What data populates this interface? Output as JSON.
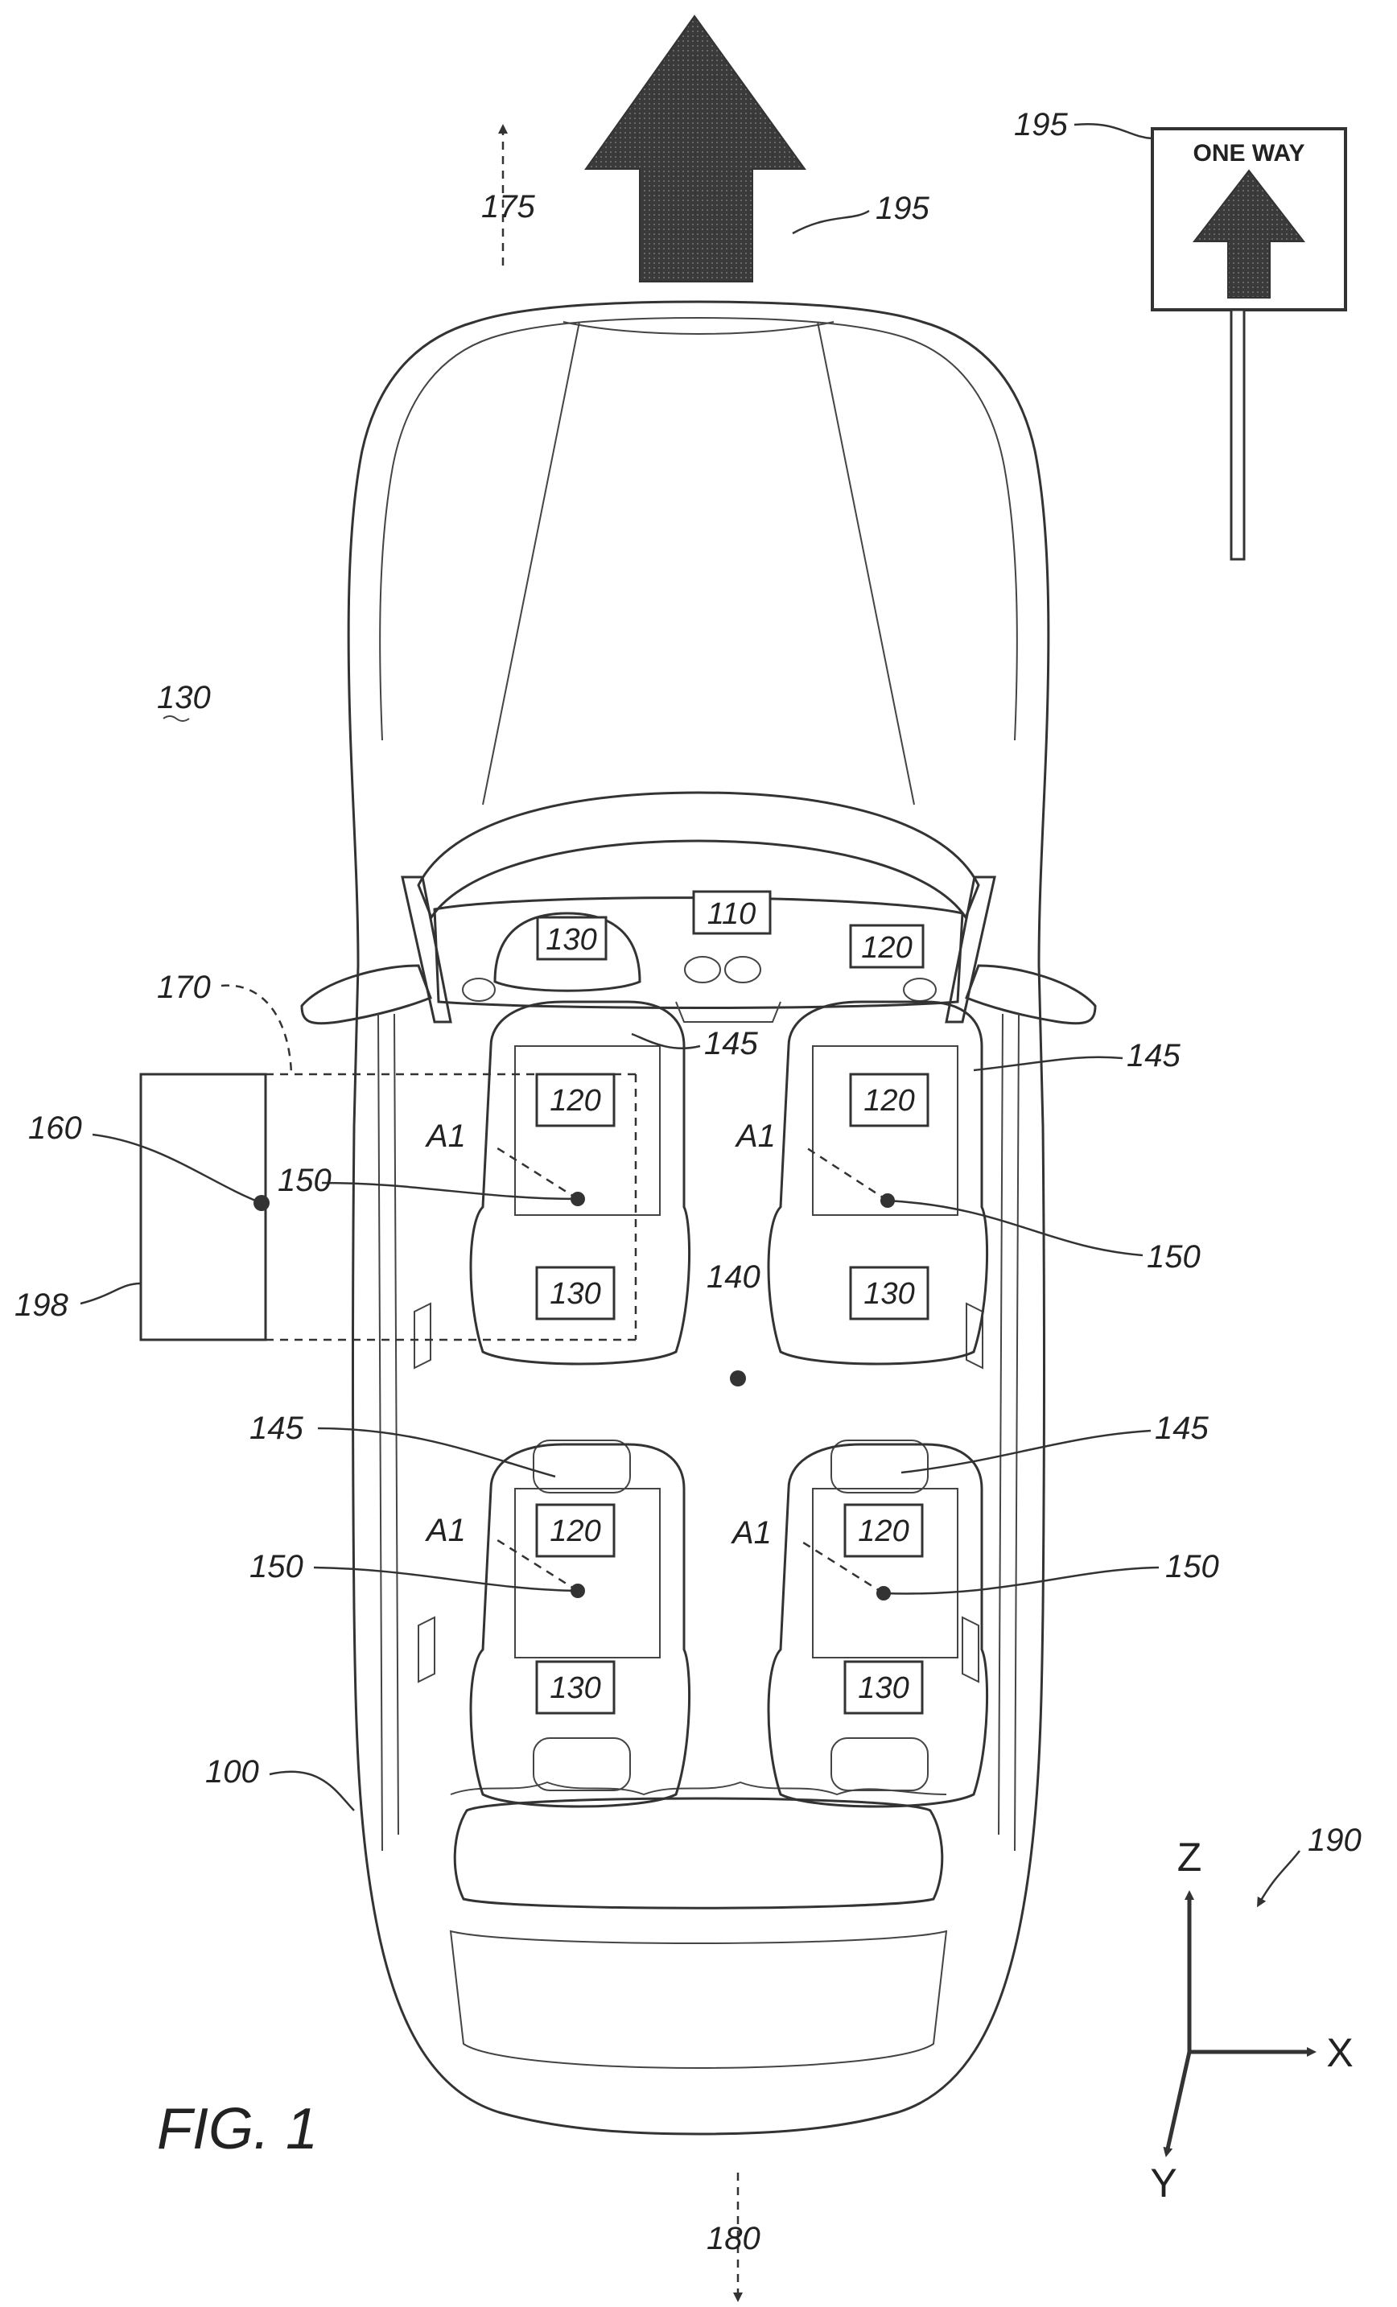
{
  "figure": {
    "title": "FIG. 1",
    "sign_text": "ONE WAY",
    "refs": {
      "r175": "175",
      "r180": "180",
      "r195_arrow": "195",
      "r195_sign": "195",
      "r130_env": "130",
      "r170": "170",
      "r160": "160",
      "r198": "198",
      "r140": "140",
      "r100": "100",
      "r190": "190",
      "r145_fl": "145",
      "r145_fr": "145",
      "r145_rl": "145",
      "r145_rr": "145",
      "r150_fl": "150",
      "r150_fr": "150",
      "r150_rl": "150",
      "r150_rr": "150",
      "a1_fl": "A1",
      "a1_fr": "A1",
      "a1_rl": "A1",
      "a1_rr": "A1"
    },
    "boxes": {
      "dash_130": "130",
      "dash_110": "110",
      "dash_120": "120",
      "seat_fl_120": "120",
      "seat_fl_130": "130",
      "seat_fr_120": "120",
      "seat_fr_130": "130",
      "seat_rl_120": "120",
      "seat_rl_130": "130",
      "seat_rr_120": "120",
      "seat_rr_130": "130"
    },
    "axes": {
      "z": "Z",
      "x": "X",
      "y": "Y"
    }
  }
}
